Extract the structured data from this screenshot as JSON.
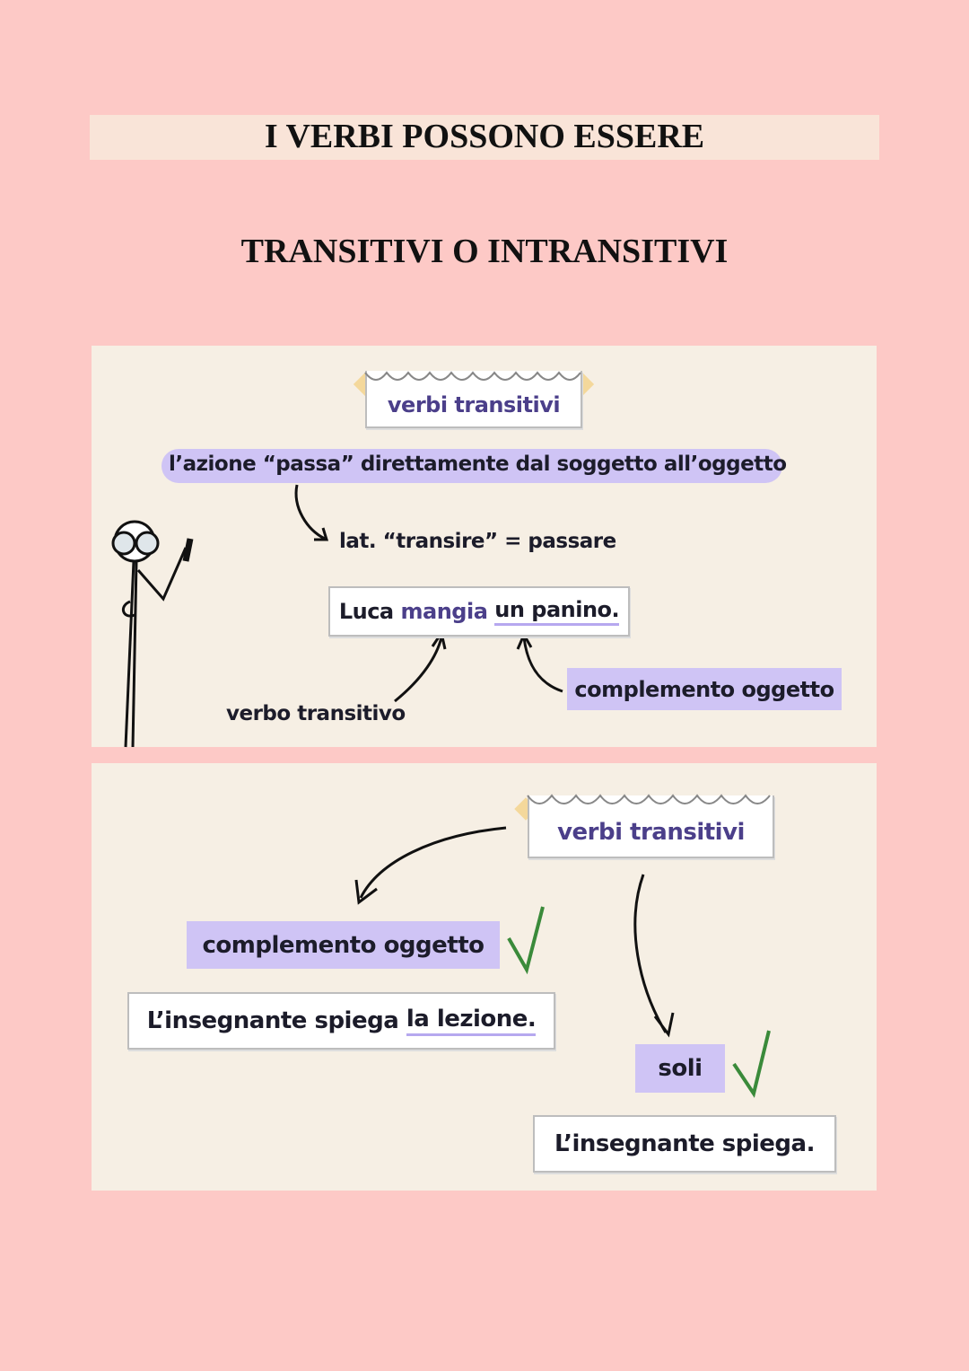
{
  "header": {
    "line1": "I VERBI POSSONO ESSERE",
    "line2": "TRANSITIVI O INTRANSITIVI"
  },
  "slide1": {
    "label": "verbi transitivi",
    "definition": "l’azione “passa” direttamente dal soggetto all’oggetto",
    "etymology": "lat. “transire” = passare",
    "example": {
      "subject": "Luca",
      "verb": "mangia",
      "object": "un panino."
    },
    "verb_label": "verbo transitivo",
    "object_label": "complemento oggetto"
  },
  "slide2": {
    "label": "verbi transitivi",
    "left_branch": "complemento oggetto",
    "left_example": {
      "prefix": "L’insegnante spiega",
      "object": "la lezione."
    },
    "right_branch": "soli",
    "right_example": "L’insegnante spiega.",
    "check_color": "#3a8a3a",
    "highlight_color": "#cfc4f5",
    "accent_color": "#4b3f8a"
  }
}
